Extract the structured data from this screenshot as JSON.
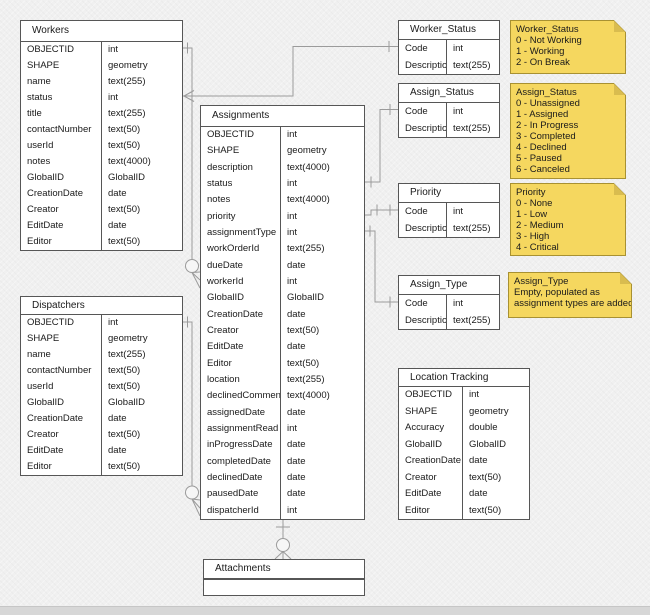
{
  "colors": {
    "background": "#F0F0F0",
    "table_border": "#565656",
    "connector_line": "#9B9B9B",
    "note_fill": "#F5D75F",
    "note_border": "#A89132"
  },
  "tables": {
    "workers": {
      "title": "Workers",
      "fields": [
        [
          "OBJECTID",
          "int"
        ],
        [
          "SHAPE",
          "geometry"
        ],
        [
          "name",
          "text(255)"
        ],
        [
          "status",
          "int"
        ],
        [
          "title",
          "text(255)"
        ],
        [
          "contactNumber",
          "text(50)"
        ],
        [
          "userId",
          "text(50)"
        ],
        [
          "notes",
          "text(4000)"
        ],
        [
          "GlobalID",
          "GlobalID"
        ],
        [
          "CreationDate",
          "date"
        ],
        [
          "Creator",
          "text(50)"
        ],
        [
          "EditDate",
          "date"
        ],
        [
          "Editor",
          "text(50)"
        ]
      ]
    },
    "dispatchers": {
      "title": "Dispatchers",
      "fields": [
        [
          "OBJECTID",
          "int"
        ],
        [
          "SHAPE",
          "geometry"
        ],
        [
          "name",
          "text(255)"
        ],
        [
          "contactNumber",
          "text(50)"
        ],
        [
          "userId",
          "text(50)"
        ],
        [
          "GlobalID",
          "GlobalID"
        ],
        [
          "CreationDate",
          "date"
        ],
        [
          "Creator",
          "text(50)"
        ],
        [
          "EditDate",
          "date"
        ],
        [
          "Editor",
          "text(50)"
        ]
      ]
    },
    "assignments": {
      "title": "Assignments",
      "fields": [
        [
          "OBJECTID",
          "int"
        ],
        [
          "SHAPE",
          "geometry"
        ],
        [
          "description",
          "text(4000)"
        ],
        [
          "status",
          "int"
        ],
        [
          "notes",
          "text(4000)"
        ],
        [
          "priority",
          "int"
        ],
        [
          "assignmentType",
          "int"
        ],
        [
          "workOrderId",
          "text(255)"
        ],
        [
          "dueDate",
          "date"
        ],
        [
          "workerId",
          "int"
        ],
        [
          "GlobalID",
          "GlobalID"
        ],
        [
          "CreationDate",
          "date"
        ],
        [
          "Creator",
          "text(50)"
        ],
        [
          "EditDate",
          "date"
        ],
        [
          "Editor",
          "text(50)"
        ],
        [
          "location",
          "text(255)"
        ],
        [
          "declinedComment",
          "text(4000)"
        ],
        [
          "assignedDate",
          "date"
        ],
        [
          "assignmentRead",
          "int"
        ],
        [
          "inProgressDate",
          "date"
        ],
        [
          "completedDate",
          "date"
        ],
        [
          "declinedDate",
          "date"
        ],
        [
          "pausedDate",
          "date"
        ],
        [
          "dispatcherId",
          "int"
        ]
      ]
    },
    "worker_status": {
      "title": "Worker_Status",
      "fields": [
        [
          "Code",
          "int"
        ],
        [
          "Description",
          "text(255)"
        ]
      ]
    },
    "assign_status": {
      "title": "Assign_Status",
      "fields": [
        [
          "Code",
          "int"
        ],
        [
          "Description",
          "text(255)"
        ]
      ]
    },
    "priority": {
      "title": "Priority",
      "fields": [
        [
          "Code",
          "int"
        ],
        [
          "Description",
          "text(255)"
        ]
      ]
    },
    "assign_type": {
      "title": "Assign_Type",
      "fields": [
        [
          "Code",
          "int"
        ],
        [
          "Description",
          "text(255)"
        ]
      ]
    },
    "location_tracking": {
      "title": "Location Tracking",
      "fields": [
        [
          "OBJECTID",
          "int"
        ],
        [
          "SHAPE",
          "geometry"
        ],
        [
          "Accuracy",
          "double"
        ],
        [
          "GlobalID",
          "GlobalID"
        ],
        [
          "CreationDate",
          "date"
        ],
        [
          "Creator",
          "text(50)"
        ],
        [
          "EditDate",
          "date"
        ],
        [
          "Editor",
          "text(50)"
        ]
      ]
    },
    "attachments": {
      "title": "Attachments",
      "fields": []
    }
  },
  "notes": {
    "worker_status": {
      "lines": [
        "Worker_Status",
        "0 - Not Working",
        "1 - Working",
        "2 - On Break"
      ]
    },
    "assign_status": {
      "lines": [
        "Assign_Status",
        "0 - Unassigned",
        "1 - Assigned",
        "2 - In Progress",
        "3 - Completed",
        "4 - Declined",
        "5 - Paused",
        "6 - Canceled"
      ]
    },
    "priority": {
      "lines": [
        "Priority",
        "0 - None",
        "1 - Low",
        "2 - Medium",
        "3 - High",
        "4 - Critical"
      ]
    },
    "assign_type": {
      "lines": [
        "Assign_Type",
        "Empty, populated as",
        "assignment types are added"
      ]
    }
  }
}
